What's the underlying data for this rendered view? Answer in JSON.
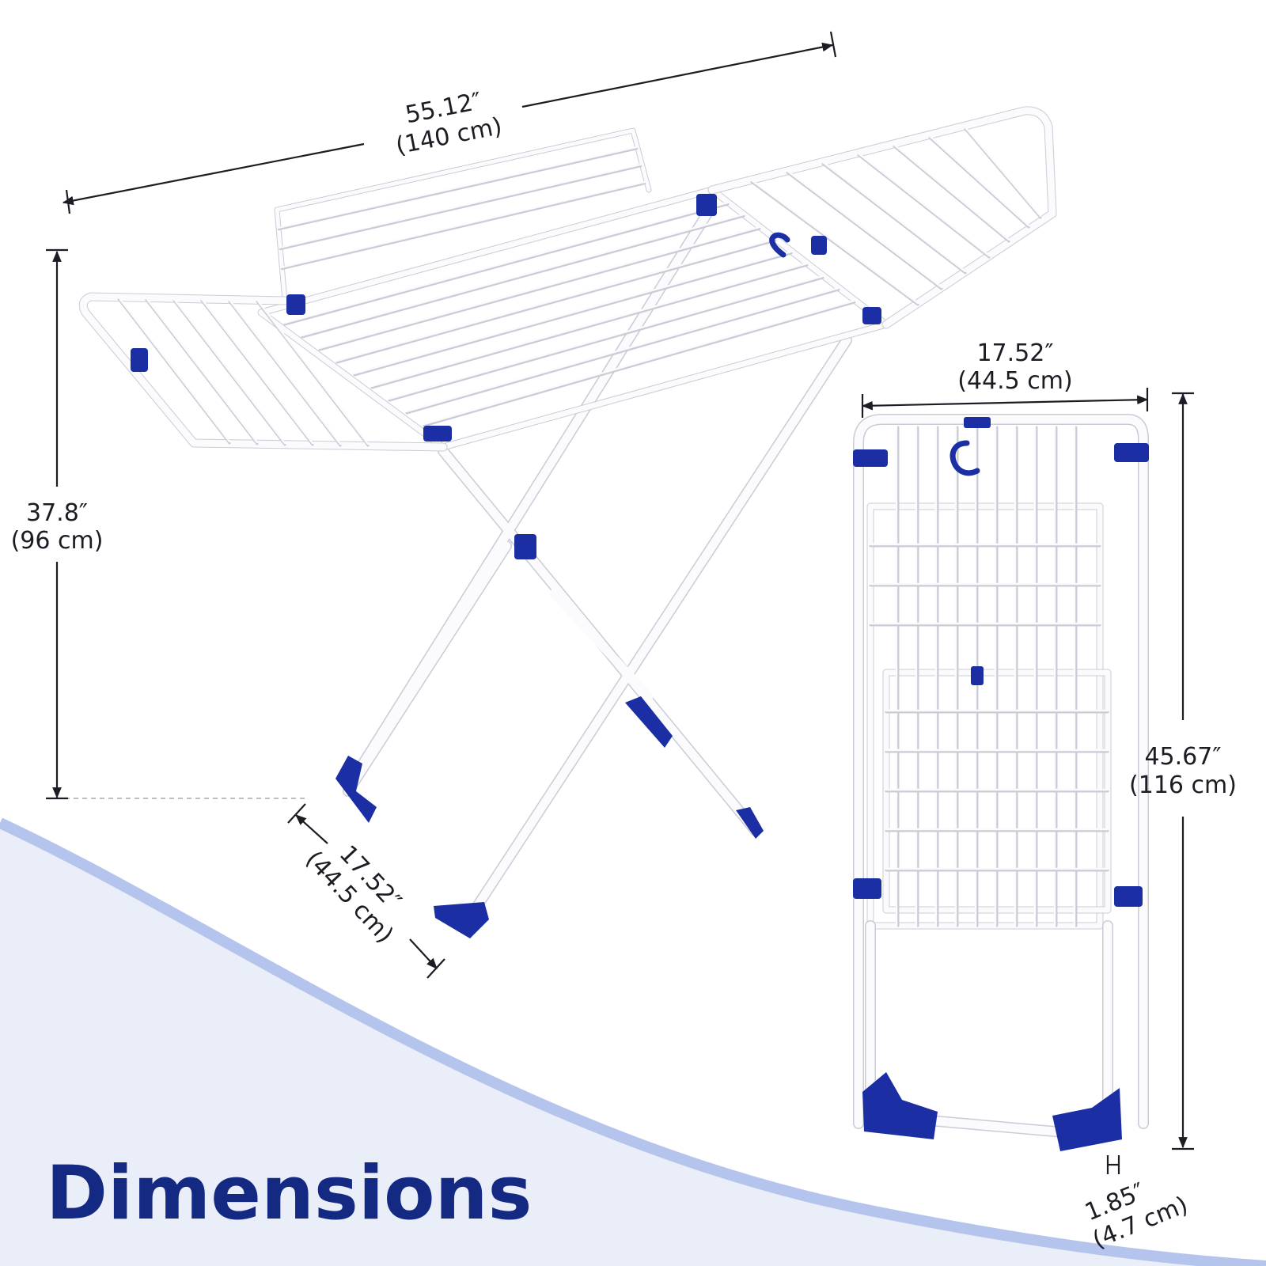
{
  "title": "Dimensions",
  "colors": {
    "accent": "#1b2ea3",
    "title": "#142a82",
    "wave_fill": "#eaeef8",
    "wave_edge": "#b4c4ec"
  },
  "dimensions": {
    "open_length": {
      "imperial": "55.12″",
      "metric": "(140 cm)"
    },
    "open_height": {
      "imperial": "37.8″",
      "metric": "(96 cm)"
    },
    "open_depth": {
      "imperial": "17.52″",
      "metric": "(44.5 cm)"
    },
    "folded_width": {
      "imperial": "17.52″",
      "metric": "(44.5 cm)"
    },
    "folded_height": {
      "imperial": "45.67″",
      "metric": "(116 cm)"
    },
    "folded_thickness": {
      "imperial": "1.85″",
      "metric": "(4.7 cm)"
    }
  }
}
